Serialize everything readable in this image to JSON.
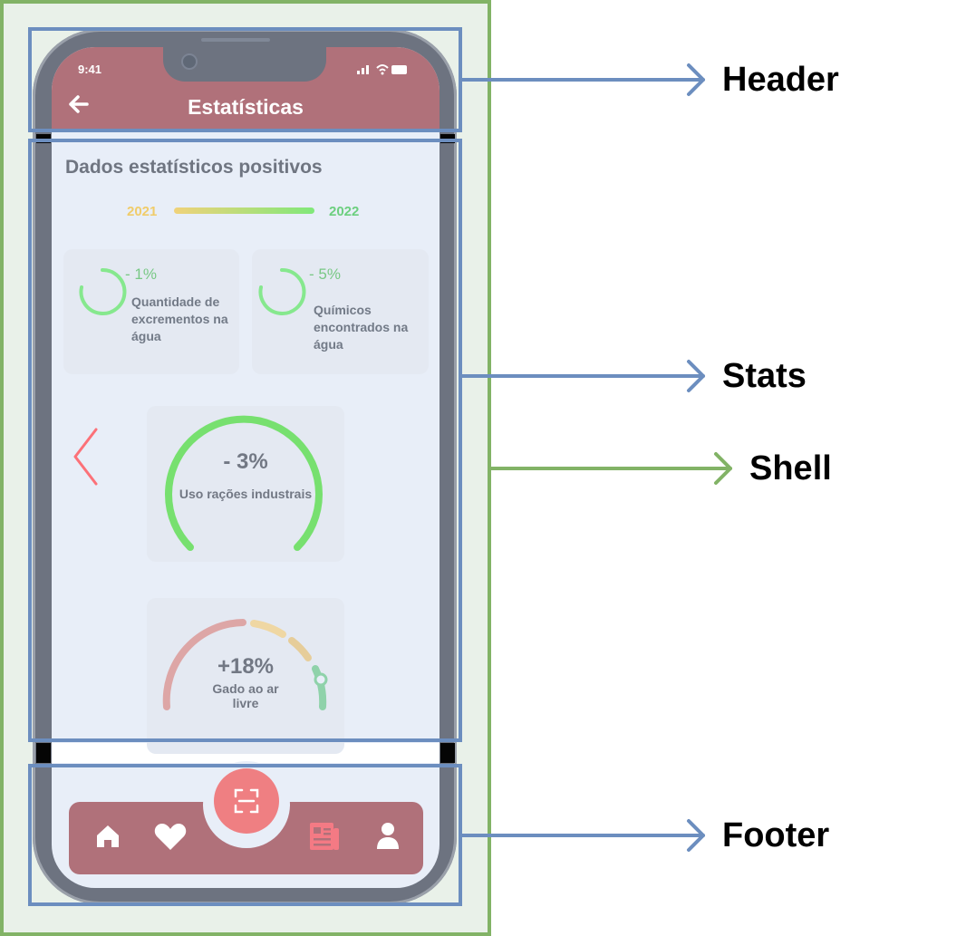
{
  "phone": {
    "status_time": "9:41",
    "header_title": "Estatísticas"
  },
  "stats": {
    "section_title": "Dados estatísticos positivos",
    "year_start": "2021",
    "year_end": "2022",
    "cards": [
      {
        "pct": "- 1%",
        "label_lines": [
          "Quantidade de",
          "excrementos na",
          "água"
        ]
      },
      {
        "pct": "- 5%",
        "label_lines": [
          "Químicos",
          "encontrados na",
          "água"
        ]
      }
    ],
    "gauge_primary": {
      "pct": "- 3%",
      "label": "Uso rações industrais"
    },
    "gauge_secondary": {
      "pct": "+18%",
      "label_lines": [
        "Gado ao ar",
        "livre"
      ]
    }
  },
  "footer": {
    "icons": [
      "home-icon",
      "heart-icon",
      "scan-icon",
      "news-icon",
      "user-icon"
    ]
  },
  "annotations": {
    "header": "Header",
    "stats": "Stats",
    "shell": "Shell",
    "footer": "Footer"
  },
  "colors": {
    "shell_outline": "#82b366",
    "annotation_outline": "#6c8ebf",
    "header_bg": "#b0717a",
    "accent_red": "#ef7f82",
    "accent_green": "#77e06f"
  }
}
